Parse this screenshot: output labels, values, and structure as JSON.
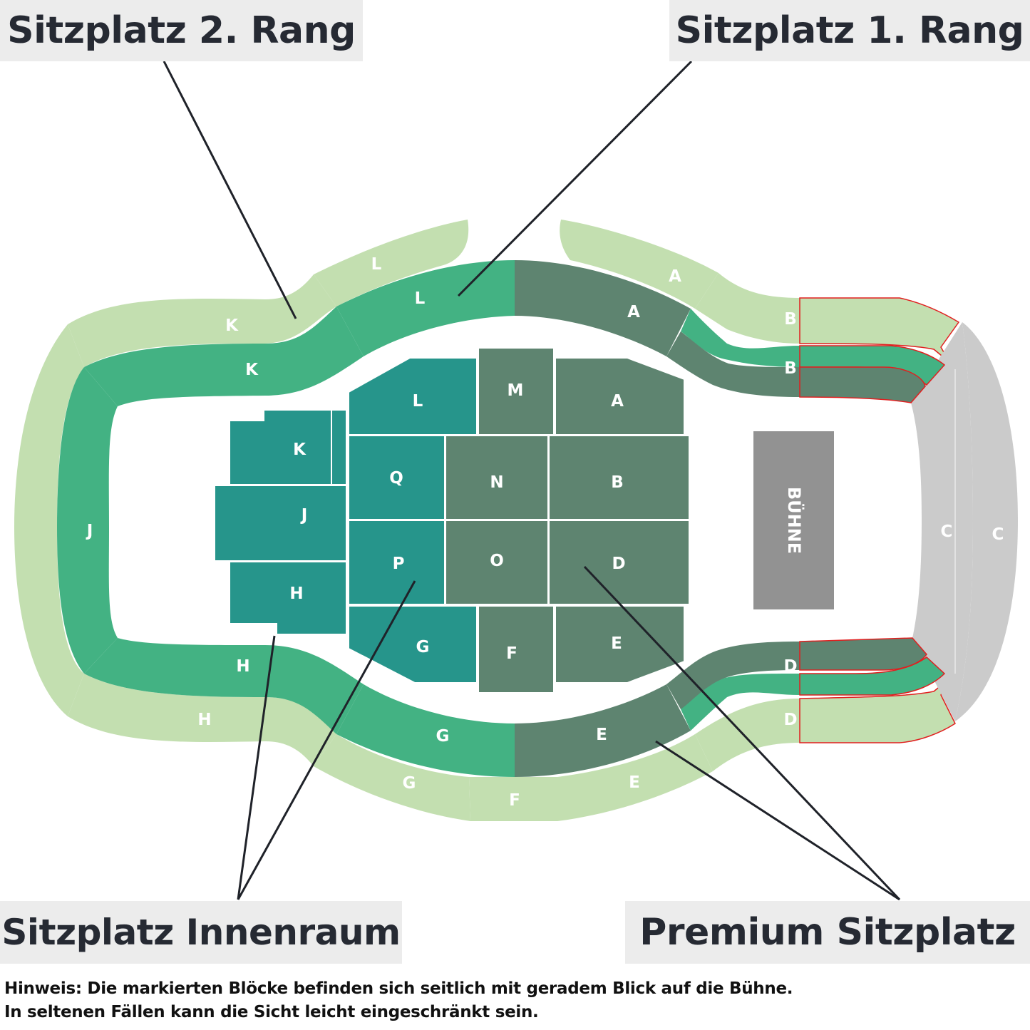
{
  "legend": {
    "rang2": "Sitzplatz 2. Rang",
    "rang1": "Sitzplatz 1. Rang",
    "innenraum": "Sitzplatz Innenraum",
    "premium": "Premium Sitzplatz"
  },
  "note": {
    "line1": "Hinweis: Die markierten Blöcke befinden sich seitlich mit geradem Blick auf die Bühne.",
    "line2": "In seltenen Fällen kann die Sicht leicht eingeschränkt sein."
  },
  "stage": {
    "label": "BÜHNE"
  },
  "colors": {
    "rang2": "#c3dfb0",
    "rang1": "#43b283",
    "premium": "#5e8470",
    "innenraum": "#26958b",
    "stage": "#929292",
    "side_c": "#cbcbcb",
    "marked_outline": "#e11f1f"
  },
  "blocks": {
    "rang2": [
      "L",
      "A",
      "B",
      "K",
      "J",
      "H",
      "G",
      "F",
      "E",
      "D",
      "C"
    ],
    "rang1": [
      "L",
      "K",
      "J",
      "H",
      "G",
      "B",
      "D"
    ],
    "premium_ring": [
      "A",
      "B",
      "E",
      "D"
    ],
    "side": [
      "C",
      "C"
    ],
    "premium_floor": [
      "M",
      "A",
      "N",
      "B",
      "O",
      "D",
      "F",
      "E"
    ],
    "innenraum_floor": [
      "L",
      "Q",
      "K",
      "J",
      "P",
      "H",
      "G"
    ]
  }
}
